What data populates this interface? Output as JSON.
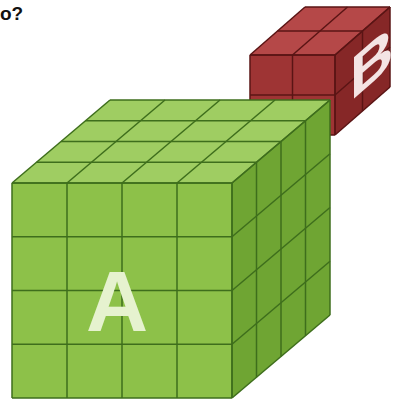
{
  "diagram": {
    "labels": [
      "o?",
      "A",
      "B"
    ]
  }
}
